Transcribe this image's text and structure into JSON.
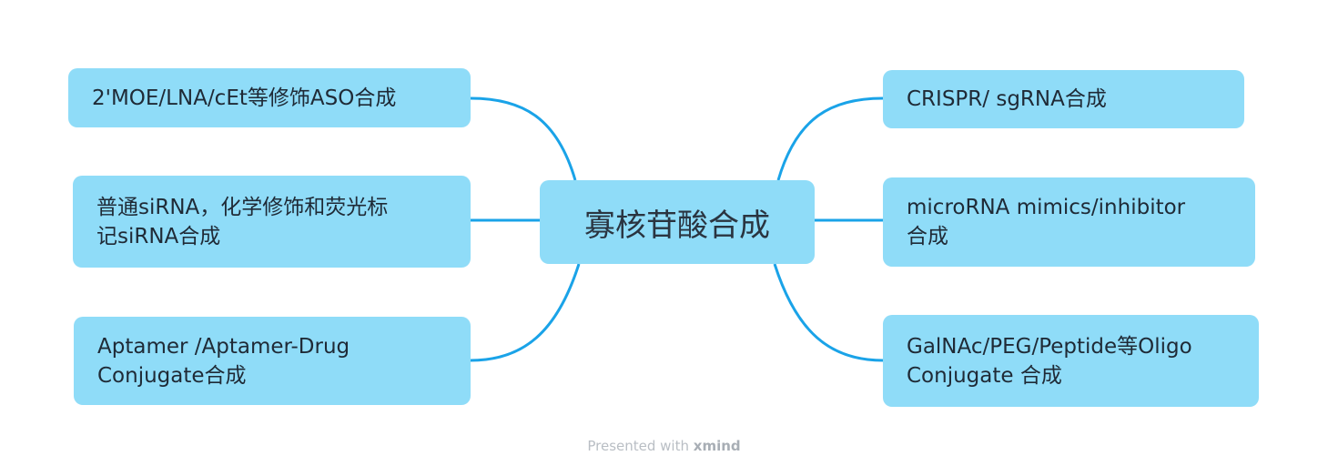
{
  "central_topic": "寡核苷酸合成",
  "left_topics": [
    "2'MOE/LNA/cEt等修饰ASO合成",
    "普通siRNA，化学修饰和荧光标\n记siRNA合成",
    "Aptamer /Aptamer-Drug\nConjugate合成"
  ],
  "right_topics": [
    "CRISPR/ sgRNA合成",
    " microRNA mimics/inhibitor\n合成",
    "GalNAc/PEG/Peptide等Oligo\nConjugate 合成"
  ],
  "footer": {
    "prefix": "Presented with",
    "brand": "xmind"
  },
  "colors": {
    "node_fill": "#8fdcf8",
    "connector": "#1aa3e8",
    "text": "#1f2a36",
    "footer_text": "#b9bec4"
  }
}
